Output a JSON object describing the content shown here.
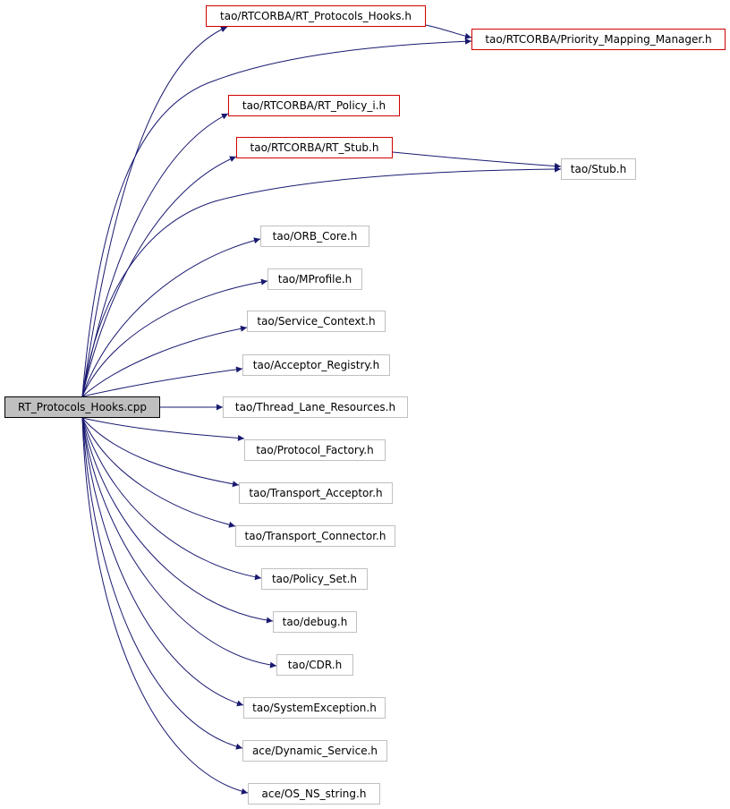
{
  "root": {
    "label": "RT_Protocols_Hooks.cpp"
  },
  "nodes": {
    "rt_protocols_hooks_h": "tao/RTCORBA/RT_Protocols_Hooks.h",
    "priority_mapping_manager_h": "tao/RTCORBA/Priority_Mapping_Manager.h",
    "rt_policy_i_h": "tao/RTCORBA/RT_Policy_i.h",
    "rt_stub_h": "tao/RTCORBA/RT_Stub.h",
    "stub_h": "tao/Stub.h",
    "orb_core_h": "tao/ORB_Core.h",
    "mprofile_h": "tao/MProfile.h",
    "service_context_h": "tao/Service_Context.h",
    "acceptor_registry_h": "tao/Acceptor_Registry.h",
    "thread_lane_resources_h": "tao/Thread_Lane_Resources.h",
    "protocol_factory_h": "tao/Protocol_Factory.h",
    "transport_acceptor_h": "tao/Transport_Acceptor.h",
    "transport_connector_h": "tao/Transport_Connector.h",
    "policy_set_h": "tao/Policy_Set.h",
    "debug_h": "tao/debug.h",
    "cdr_h": "tao/CDR.h",
    "system_exception_h": "tao/SystemException.h",
    "dynamic_service_h": "ace/Dynamic_Service.h",
    "os_ns_string_h": "ace/OS_NS_string.h"
  },
  "colors": {
    "edge": "#191970",
    "documented_border": "#d00000",
    "undocumented_border": "#c0c0c0",
    "root_fill": "#bfbfbf"
  }
}
